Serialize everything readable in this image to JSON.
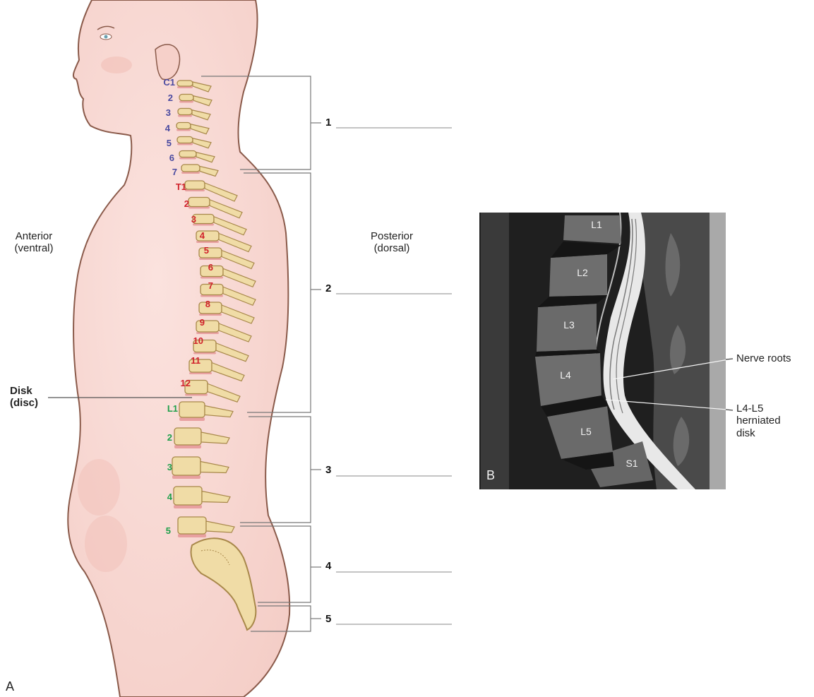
{
  "labels": {
    "anterior": "Anterior",
    "anterior_sub": "(ventral)",
    "posterior": "Posterior",
    "posterior_sub": "(dorsal)",
    "disk": "Disk",
    "disk_sub": "(disc)",
    "panel_a": "A",
    "panel_b": "B"
  },
  "cervical": [
    "C1",
    "2",
    "3",
    "4",
    "5",
    "6",
    "7"
  ],
  "thoracic": [
    "T1",
    "2",
    "3",
    "4",
    "5",
    "6",
    "7",
    "8",
    "9",
    "10",
    "11",
    "12"
  ],
  "lumbar": [
    "L1",
    "2",
    "3",
    "4",
    "5"
  ],
  "regions": [
    "1",
    "2",
    "3",
    "4",
    "5"
  ],
  "mri": {
    "vertebrae": [
      "L1",
      "L2",
      "L3",
      "L4",
      "L5",
      "S1"
    ],
    "nerve_roots": "Nerve roots",
    "herniation_line1": "L4-L5",
    "herniation_line2": "herniated",
    "herniation_line3": "disk"
  },
  "colors": {
    "skin": "#f8d9d4",
    "skin_outline": "#8a5a4a",
    "bone": "#f0dca6",
    "bone_outline": "#a8884a",
    "disc": "#e8a0a0",
    "cervical_text": "#4a4aa0",
    "thoracic_text": "#d0202a",
    "lumbar_text": "#1fa04a",
    "mri_bg": "#2a2a2a"
  }
}
